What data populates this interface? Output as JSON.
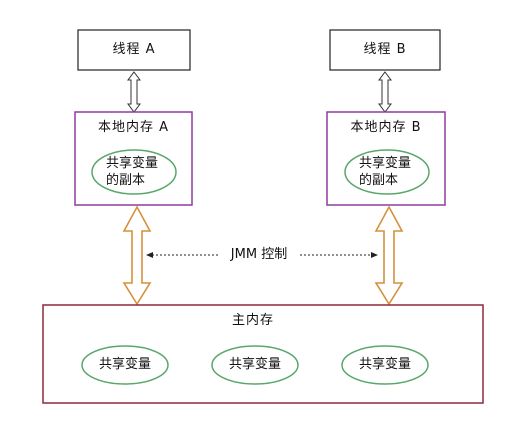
{
  "thread_a": {
    "label": "线程 A"
  },
  "thread_b": {
    "label": "线程 B"
  },
  "local_memory_a": {
    "title": "本地内存 A",
    "copy_line1": "共享变量",
    "copy_line2": "的副本"
  },
  "local_memory_b": {
    "title": "本地内存 B",
    "copy_line1": "共享变量",
    "copy_line2": "的副本"
  },
  "jmm_control": {
    "label": "JMM 控制"
  },
  "main_memory": {
    "title": "主内存",
    "variables": [
      "共享变量",
      "共享变量",
      "共享变量"
    ]
  },
  "colors": {
    "local_memory_border": "#8e3c9e",
    "main_memory_border": "#8b2a3a",
    "ellipse_border": "#5aa66b",
    "arrow_orange": "#d6913c",
    "arrow_dark": "#333333"
  }
}
